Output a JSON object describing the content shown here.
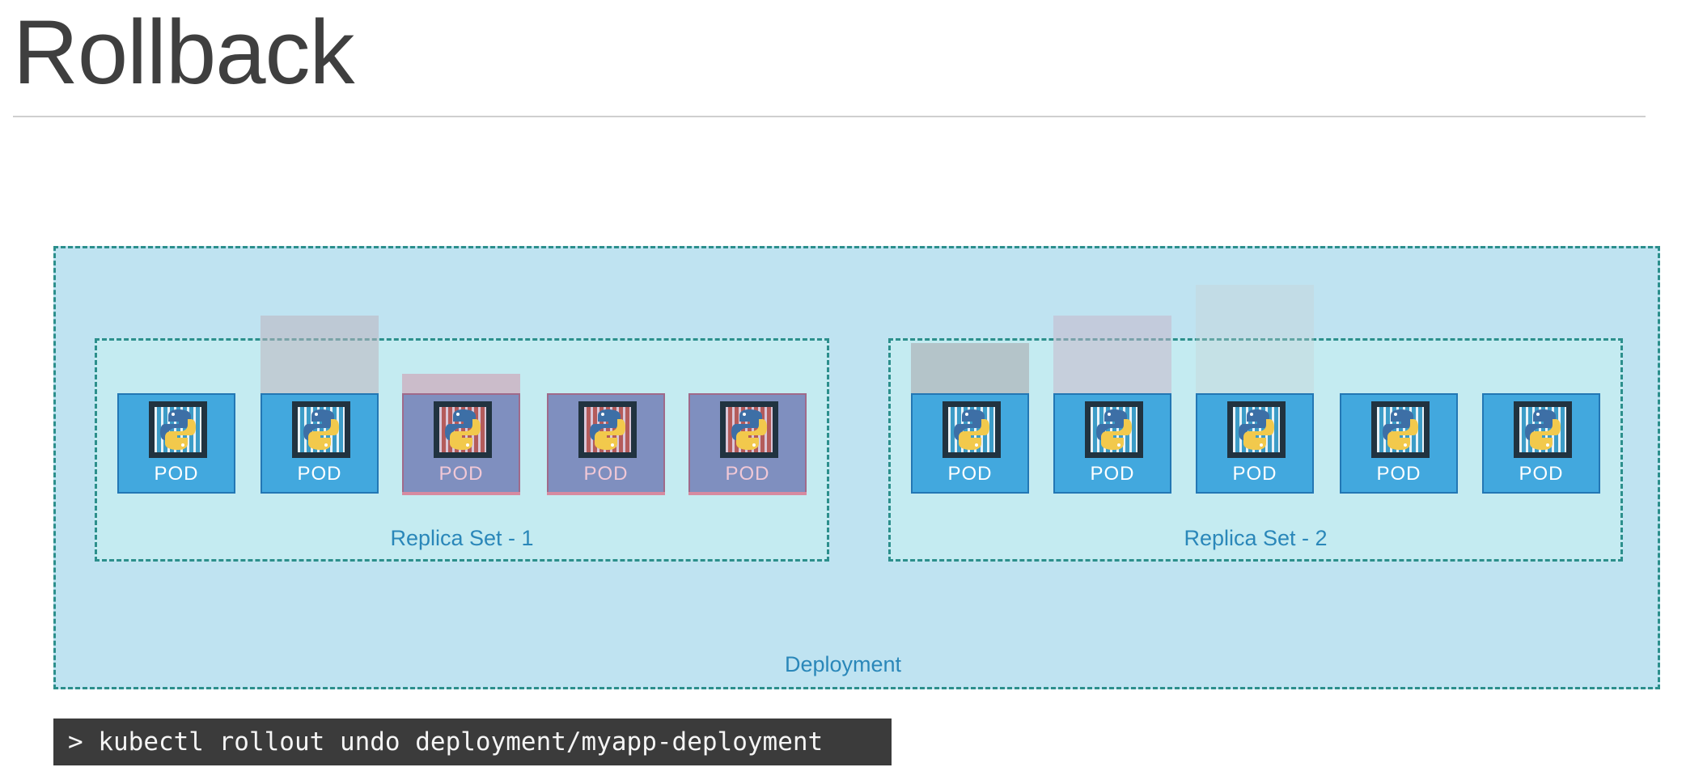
{
  "slide": {
    "title": "Rollback",
    "command": "> kubectl rollout undo deployment/myapp-deployment"
  },
  "deployment": {
    "label": "Deployment"
  },
  "replica_sets": [
    {
      "label": "Replica Set - 1",
      "pods": [
        {
          "label": "POD",
          "state": "active"
        },
        {
          "label": "POD",
          "state": "active"
        },
        {
          "label": "POD",
          "state": "fading"
        },
        {
          "label": "POD",
          "state": "fading"
        },
        {
          "label": "POD",
          "state": "fading"
        }
      ]
    },
    {
      "label": "Replica Set - 2",
      "pods": [
        {
          "label": "POD",
          "state": "active"
        },
        {
          "label": "POD",
          "state": "active"
        },
        {
          "label": "POD",
          "state": "active"
        },
        {
          "label": "POD",
          "state": "active"
        },
        {
          "label": "POD",
          "state": "active"
        }
      ]
    }
  ],
  "icons": {
    "container": "container-icon",
    "python": "python-logo-icon"
  },
  "colors": {
    "title": "#3f3f3f",
    "deployment_bg": "#bfe3f1",
    "replicaset_bg": "#c4ebf1",
    "border_dash": "#2c8f8c",
    "label_text": "#2a87b9",
    "pod_bg": "#42a8de",
    "pod_border": "#2377b4",
    "command_bg": "#3b3b3b"
  }
}
